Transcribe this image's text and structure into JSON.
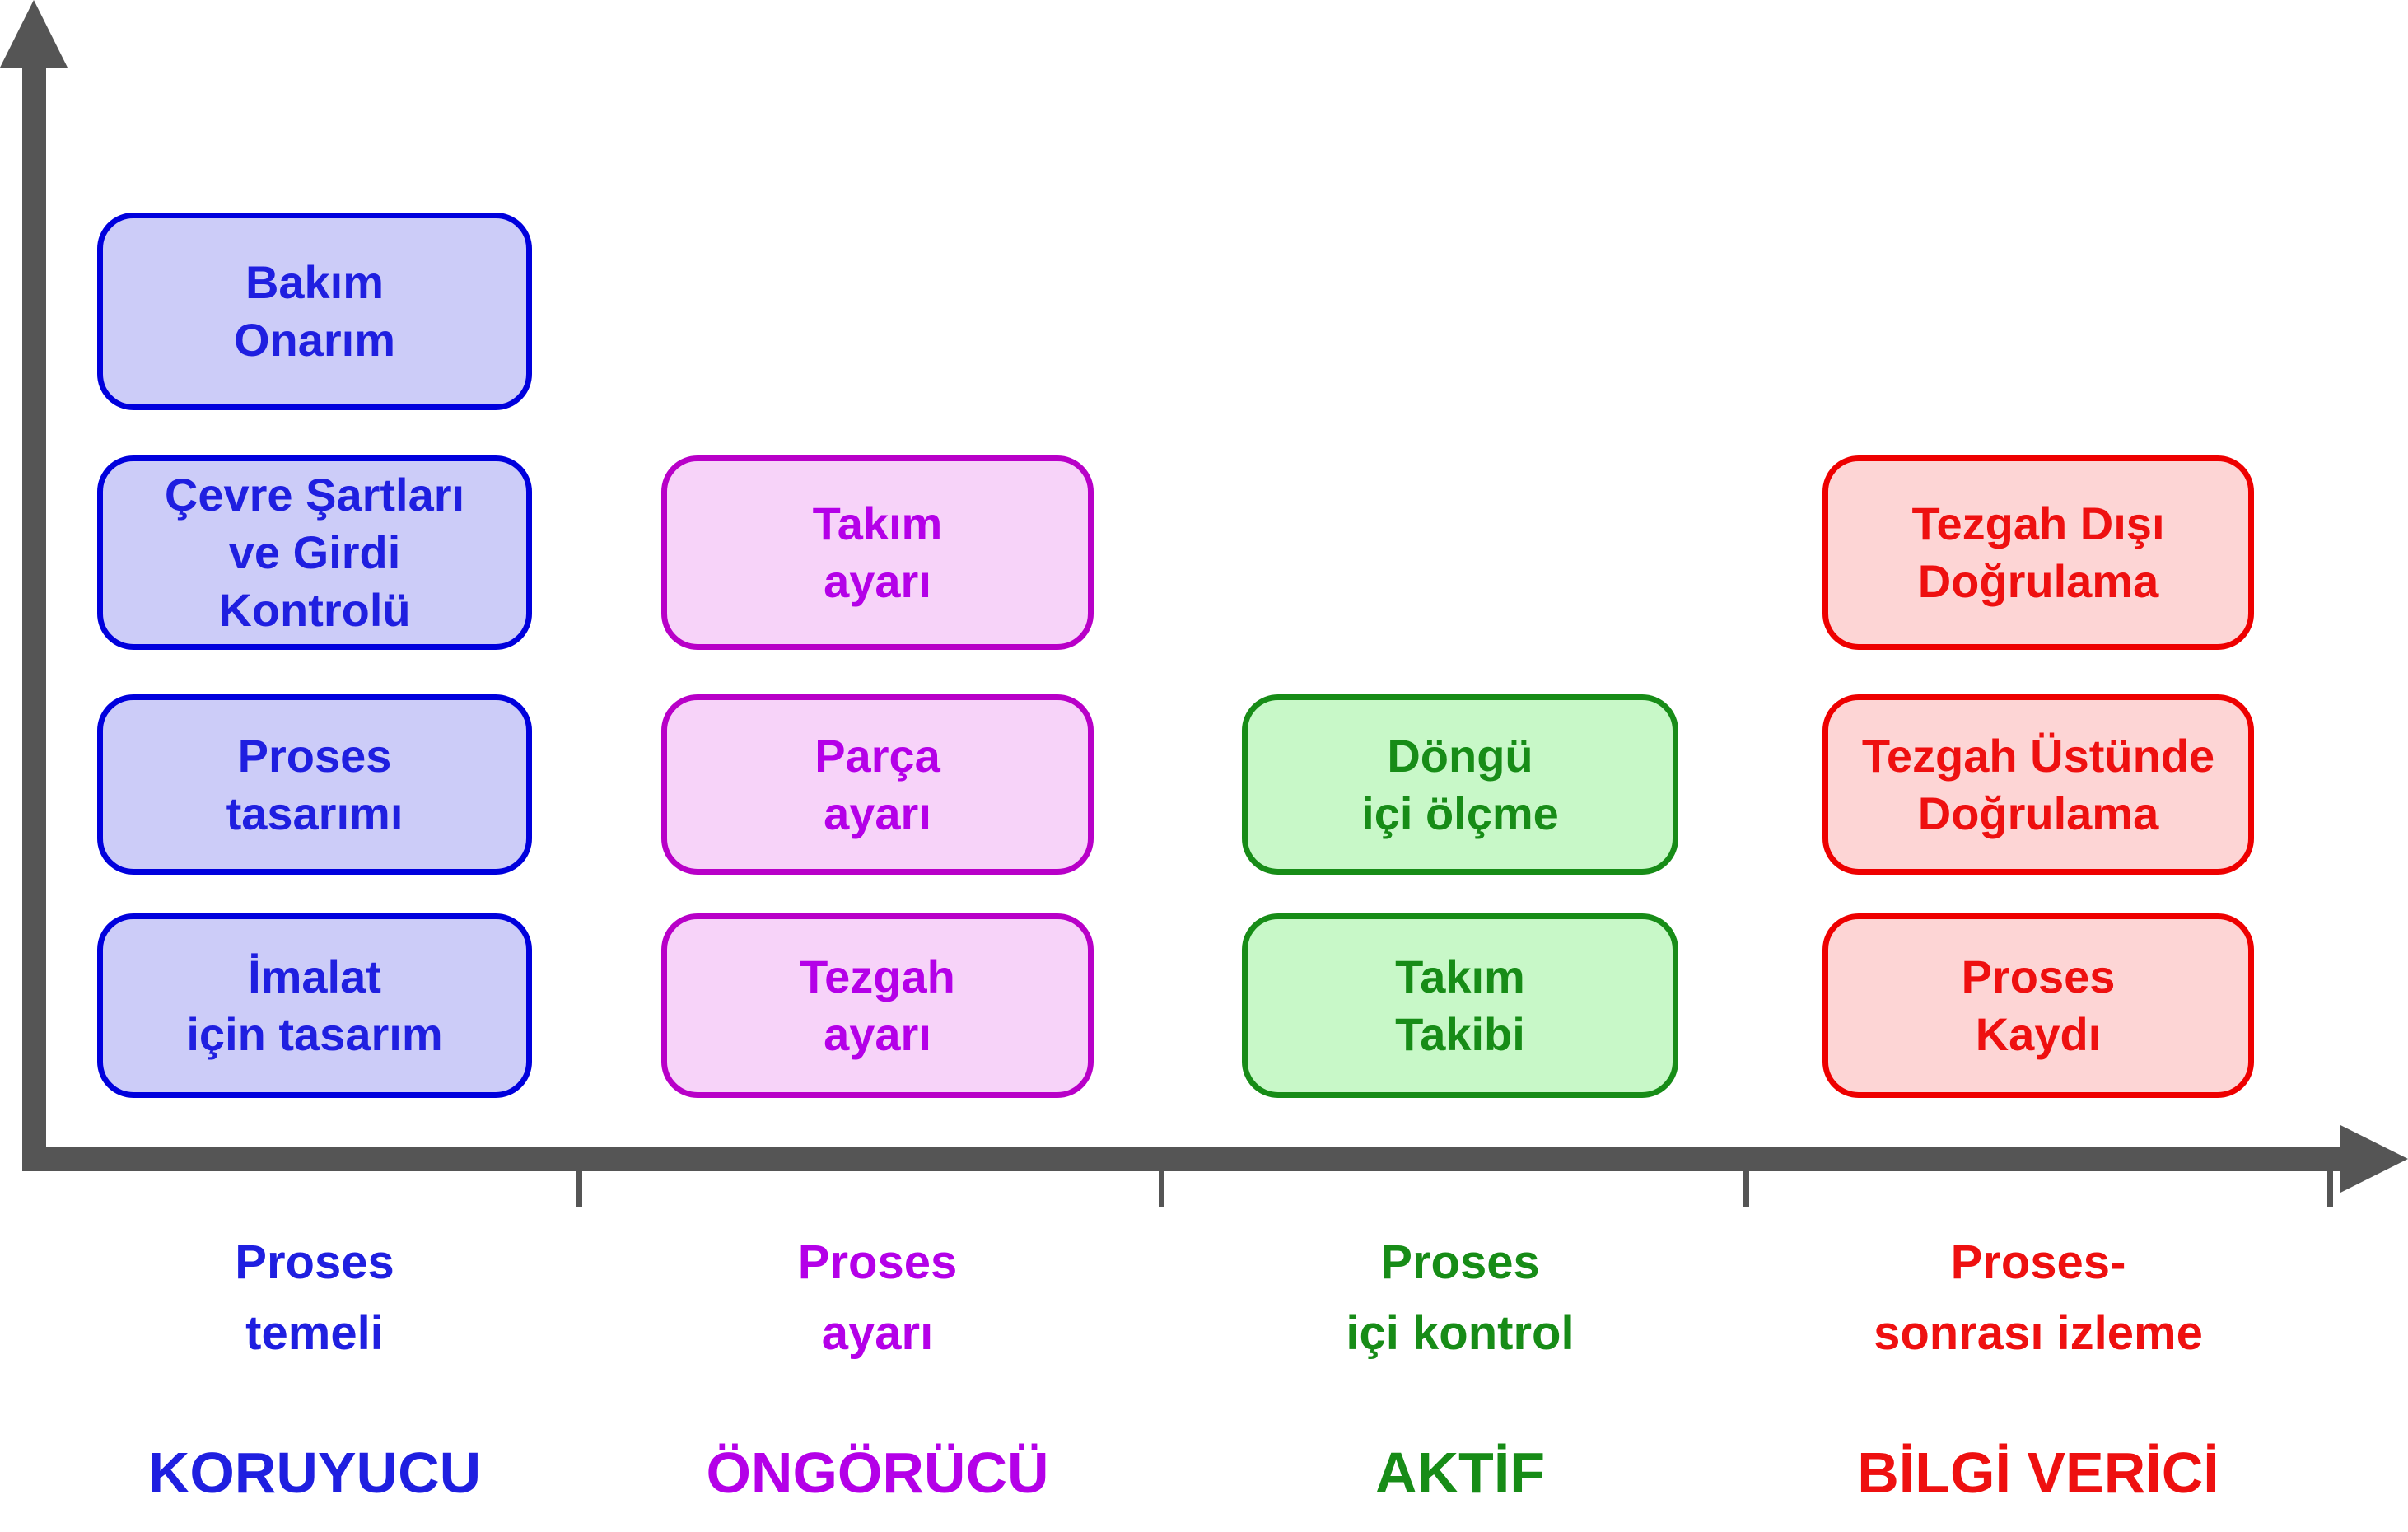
{
  "diagram": {
    "background": "#ffffff",
    "axis_color": "#555555",
    "columns": [
      {
        "colors": {
          "fill": "#ccccf8",
          "border": "#0000dd",
          "text": "#1f1fe0"
        },
        "boxes": [
          {
            "label": "Bakım\nOnarım"
          },
          {
            "label": "Çevre Şartları\nve Girdi\nKontrolü"
          },
          {
            "label": "Proses\ntasarımı"
          },
          {
            "label": "İmalat\niçin tasarım"
          }
        ],
        "axis_label": "Proses\ntemeli",
        "category_label": "KORUYUCU"
      },
      {
        "colors": {
          "fill": "#f7d3f9",
          "border": "#b800c8",
          "text": "#b400e8"
        },
        "boxes": [
          {
            "label": "Takım\nayarı"
          },
          {
            "label": "Parça\nayarı"
          },
          {
            "label": "Tezgah\nayarı"
          }
        ],
        "axis_label": "Proses\nayarı",
        "category_label": "ÖNGÖRÜCÜ"
      },
      {
        "colors": {
          "fill": "#c8f8c8",
          "border": "#178c17",
          "text": "#178c17"
        },
        "boxes": [
          {
            "label": "Döngü\niçi ölçme"
          },
          {
            "label": "Takım\nTakibi"
          }
        ],
        "axis_label": "Proses\niçi kontrol",
        "category_label": "AKTİF"
      },
      {
        "colors": {
          "fill": "#fdd5d5",
          "border": "#ee0000",
          "text": "#ee1010"
        },
        "boxes": [
          {
            "label": "Tezgah Dışı\nDoğrulama"
          },
          {
            "label": "Tezgah Üstünde\nDoğrulama"
          },
          {
            "label": "Proses\nKaydı"
          }
        ],
        "axis_label": "Proses-\nsonrası izleme",
        "category_label": "BİLGİ VERİCİ"
      }
    ]
  }
}
